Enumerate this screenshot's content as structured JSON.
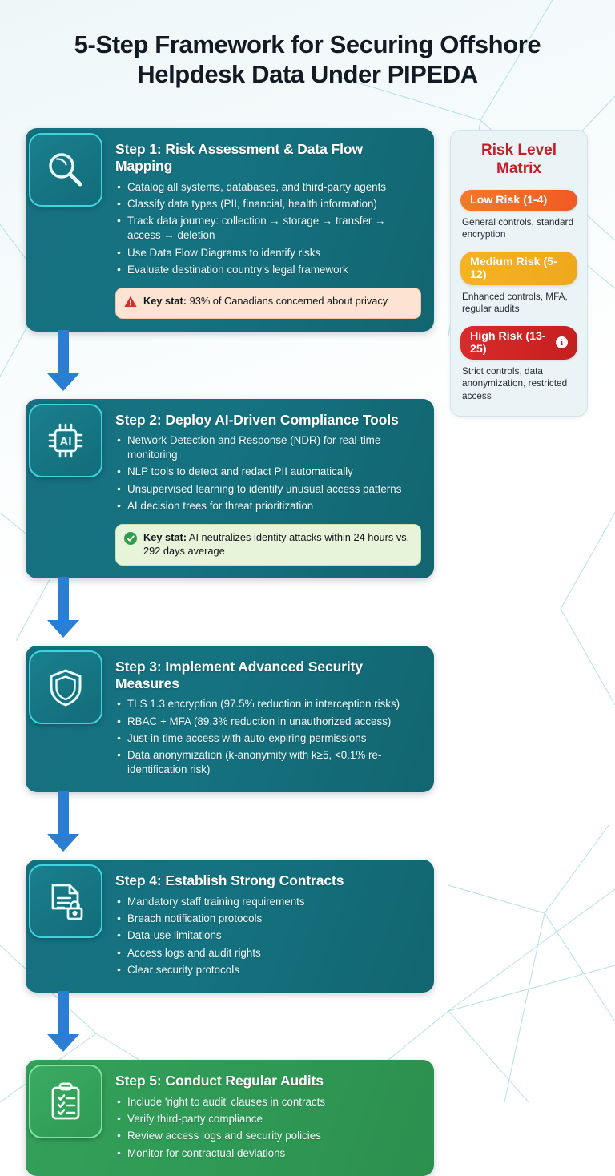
{
  "title": "5-Step Framework for Securing Offshore Helpdesk Data Under PIPEDA",
  "colors": {
    "card_teal": "#16707f",
    "card_green": "#34a05a",
    "connector_blue": "#2a7fd4",
    "icon_border_teal": "#3fd3df",
    "icon_border_green": "#7ee39a",
    "matrix_title_red": "#c02026",
    "low_risk": "#f05a23",
    "medium_risk": "#f0a81c",
    "high_risk": "#c51f1f",
    "warn_callout_bg": "#fce3d2",
    "ok_callout_bg": "#e6f4da"
  },
  "steps": [
    {
      "icon": "magnifier-icon",
      "title": "Step 1: Risk Assessment & Data Flow Mapping",
      "bullets": [
        "Catalog all systems, databases, and third-party agents",
        "Classify data types (PII, financial, health information)",
        "Track data journey: collection → storage → transfer → access → deletion",
        "Use Data Flow Diagrams to identify risks",
        "Evaluate destination country's legal framework"
      ],
      "keystat": {
        "icon": "warning-triangle-icon",
        "label": "Key stat:",
        "text": " 93% of Canadians concerned about privacy",
        "style": "warn"
      }
    },
    {
      "icon": "ai-chip-icon",
      "title": "Step 2: Deploy AI-Driven Compliance Tools",
      "bullets": [
        "Network Detection and Response (NDR) for real-time monitoring",
        "NLP tools to detect and redact PII automatically",
        "Unsupervised learning to identify unusual access patterns",
        "AI decision trees for threat prioritization"
      ],
      "keystat": {
        "icon": "check-circle-icon",
        "label": "Key stat:",
        "text": " AI neutralizes identity attacks within 24 hours vs. 292 days average",
        "style": "ok"
      }
    },
    {
      "icon": "shield-icon",
      "title": "Step 3: Implement Advanced Security Measures",
      "bullets": [
        "TLS 1.3 encryption (97.5% reduction in interception risks)",
        "RBAC + MFA (89.3% reduction in unauthorized access)",
        "Just-in-time access with auto-expiring permissions",
        "Data anonymization (k-anonymity with k≥5, <0.1% re-identification risk)"
      ],
      "keystat": null
    },
    {
      "icon": "document-lock-icon",
      "title": "Step 4: Establish Strong Contracts",
      "bullets": [
        "Mandatory staff training requirements",
        "Breach notification protocols",
        "Data-use limitations",
        "Access logs and audit rights",
        "Clear security protocols"
      ],
      "keystat": null
    },
    {
      "icon": "clipboard-check-icon",
      "title": "Step 5: Conduct Regular Audits",
      "bullets": [
        "Include 'right to audit' clauses in contracts",
        "Verify third-party compliance",
        "Review access logs and security policies",
        "Monitor for contractual deviations"
      ],
      "keystat": null
    }
  ],
  "matrix": {
    "title": "Risk Level Matrix",
    "levels": [
      {
        "label": "Low Risk (1-4)",
        "badge": "",
        "desc": "General controls, standard encryption"
      },
      {
        "label": "Medium Risk (5-12)",
        "badge": "",
        "desc": "Enhanced controls, MFA, regular audits"
      },
      {
        "label": "High Risk (13-25)",
        "badge": "i",
        "desc": "Strict controls, data anonymization, restricted access"
      }
    ]
  }
}
